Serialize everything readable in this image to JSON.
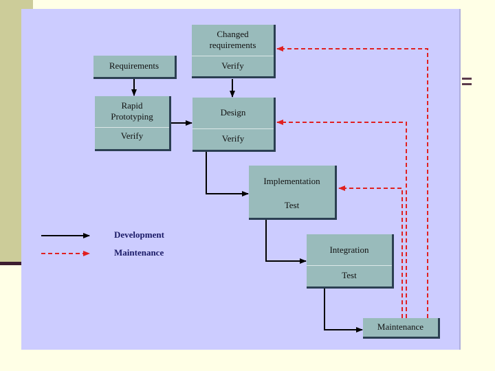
{
  "diagram": {
    "boxes": {
      "requirements": {
        "label": "Requirements"
      },
      "changed_requirements": {
        "label_line1": "Changed",
        "label_line2": "requirements",
        "verify": "Verify"
      },
      "rapid_prototyping": {
        "label_line1": "Rapid",
        "label_line2": "Prototyping",
        "verify": "Verify"
      },
      "design": {
        "label": "Design",
        "verify": "Verify"
      },
      "implementation": {
        "label": "Implementation",
        "test": "Test"
      },
      "integration": {
        "label": "Integration",
        "test": "Test"
      },
      "maintenance": {
        "label": "Maintenance"
      }
    },
    "legend": {
      "development": "Development",
      "maintenance": "Maintenance"
    },
    "colors": {
      "background": "#ccccff",
      "box_fill": "#99bbbb",
      "development_arrow": "#000000",
      "maintenance_arrow": "#e02020",
      "legend_text": "#1a1a66"
    }
  }
}
